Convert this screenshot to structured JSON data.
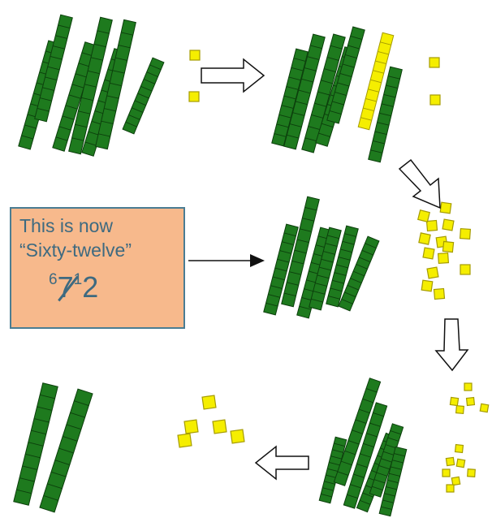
{
  "callout": {
    "line1": "This is now",
    "line2": "“Sixty-twelve”",
    "notation": {
      "tens_regrouped": "6",
      "tens_original": "7",
      "carried": "1",
      "ones": "2"
    }
  },
  "colors": {
    "rod_fill": "#1e7a1e",
    "rod_stroke": "#0c3f0c",
    "unit_fill": "#f5ee00",
    "unit_stroke": "#a59b00",
    "callout_fill": "#f7b98c",
    "callout_border": "#4a7d93",
    "callout_text": "#3e6a80"
  },
  "icons": [
    "hollow-arrow-right",
    "hollow-arrow-down",
    "hollow-arrow-left",
    "solid-arrow-right"
  ]
}
